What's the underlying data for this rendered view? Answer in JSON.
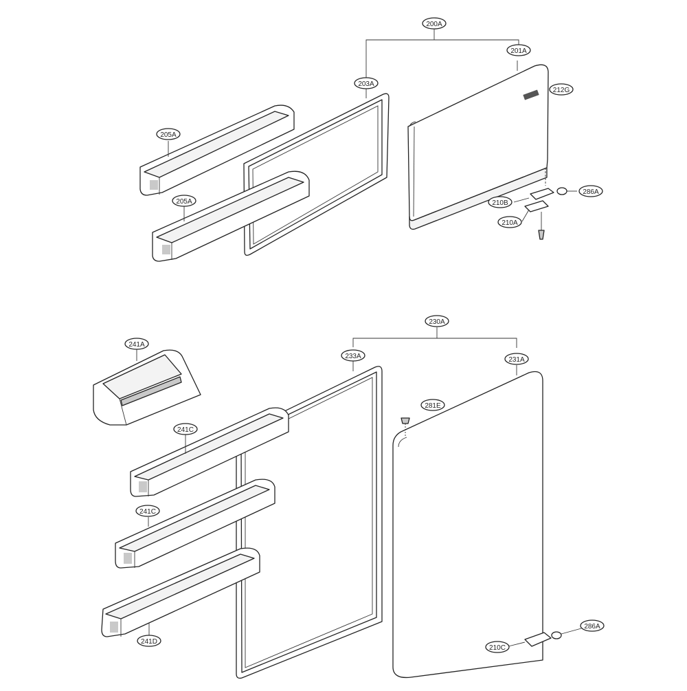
{
  "callouts": {
    "c200A": "200A",
    "c201A": "201A",
    "c203A": "203A",
    "c212G": "212G",
    "c205A_1": "205A",
    "c205A_2": "205A",
    "c286A_1": "286A",
    "c210B": "210B",
    "c210A": "210A",
    "c230A": "230A",
    "c233A": "233A",
    "c231A": "231A",
    "c241A": "241A",
    "c281E": "281E",
    "c241C_1": "241C",
    "c241C_2": "241C",
    "c241D": "241D",
    "c286A_2": "286A",
    "c210C": "210C"
  }
}
